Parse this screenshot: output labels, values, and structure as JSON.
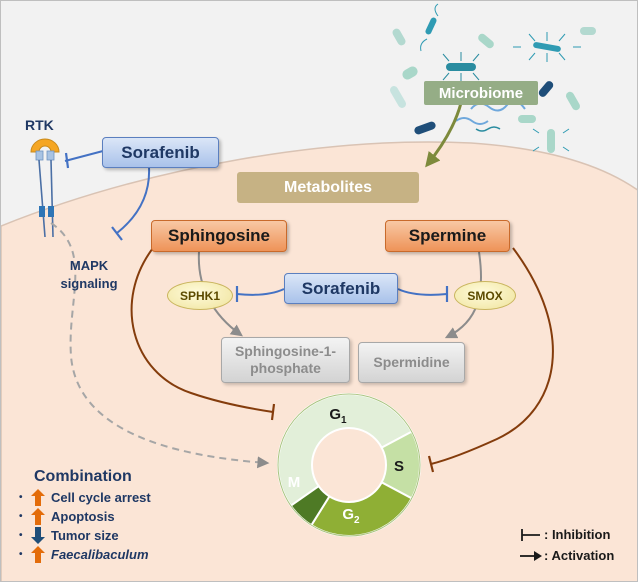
{
  "labels": {
    "rtk": "RTK",
    "mapk": "MAPK signaling",
    "microbiome": "Microbiome",
    "metabolites": "Metabolites",
    "sorafenib_top": "Sorafenib",
    "sorafenib_center": "Sorafenib",
    "sphingosine": "Sphingosine",
    "spermine": "Spermine",
    "sphk1": "SPHK1",
    "smox": "SMOX",
    "s1p": "Sphingosine-1-phosphate",
    "spermidine": "Spermidine"
  },
  "cell_cycle": {
    "phases": [
      {
        "name": "G1",
        "letter": "G",
        "sub": "1",
        "color": "#e2efd9"
      },
      {
        "name": "S",
        "letter": "S",
        "sub": "",
        "color": "#c5e0a5"
      },
      {
        "name": "G2",
        "letter": "G",
        "sub": "2",
        "color": "#8faf35"
      },
      {
        "name": "M",
        "letter": "M",
        "sub": "",
        "color": "#4e7a25"
      }
    ]
  },
  "combination": {
    "title": "Combination",
    "items": [
      {
        "text": "Cell cycle arrest",
        "direction": "up",
        "italic": false
      },
      {
        "text": "Apoptosis",
        "direction": "up",
        "italic": false
      },
      {
        "text": "Tumor size",
        "direction": "down",
        "italic": false
      },
      {
        "text": "Faecalibaculum",
        "direction": "up",
        "italic": true
      }
    ]
  },
  "legend": {
    "inhibition": ": Inhibition",
    "activation": ": Activation"
  },
  "colors": {
    "cell": "#fbe5d6",
    "sorafenib_line": "#4472c4",
    "brown_line": "#843c0c",
    "gray_arrow": "#8c8c8c",
    "up_arrow": "#e36c0a",
    "down_arrow": "#1f4e79"
  }
}
